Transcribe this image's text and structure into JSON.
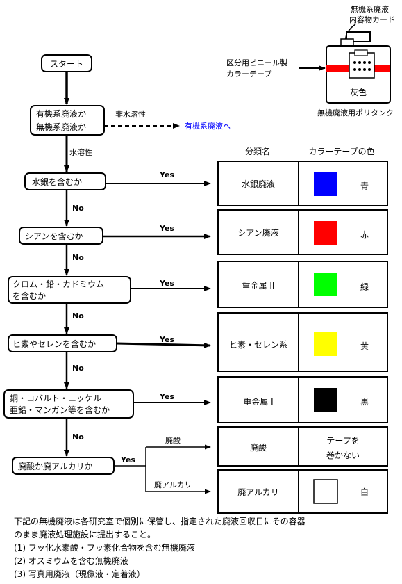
{
  "flow": {
    "start": "スタート",
    "q1": [
      "有機系廃液か",
      "無機系廃液か"
    ],
    "organic_branch": "非水溶性",
    "organic_target": "有機系廃液へ",
    "water_soluble": "水溶性",
    "q_mercury": "水銀を含むか",
    "q_cyanide": "シアンを含むか",
    "q_heavy2": [
      "クロム・鉛・カドミウム",
      "を含むか"
    ],
    "q_arsenic": "ヒ素やセレンを含むか",
    "q_heavy1": [
      "銅・コバルト・ニッケル",
      "亜鉛・マンガン等を含むか"
    ],
    "q_acid_alkali": "廃酸か廃アルカリか",
    "yes": "Yes",
    "no": "No",
    "acid_label": "廃酸",
    "alkali_label": "廃アルカリ"
  },
  "table": {
    "header_category": "分類名",
    "header_color": "カラーテープの色",
    "rows": [
      {
        "category": "水銀廃液",
        "color_name": "青",
        "swatch": "#0000ff"
      },
      {
        "category": "シアン廃液",
        "color_name": "赤",
        "swatch": "#ff0000"
      },
      {
        "category": "重金属 II",
        "color_name": "緑",
        "swatch": "#00ff00"
      },
      {
        "category": "ヒ素・セレン系",
        "color_name": "黄",
        "swatch": "#ffff00"
      },
      {
        "category": "重金属 I",
        "color_name": "黒",
        "swatch": "#000000"
      },
      {
        "category": "廃酸",
        "color_lines": [
          "テープを",
          "巻かない"
        ]
      },
      {
        "category": "廃アルカリ",
        "color_name": "白",
        "swatch": "#ffffff"
      }
    ]
  },
  "tank": {
    "card_label": [
      "無機系廃液",
      "内容物カード"
    ],
    "tape_label": [
      "区分用ビニール製",
      "カラーテープ"
    ],
    "body_label": "灰色",
    "caption": "無機廃液用ポリタンク",
    "tape_color": "#ff0000"
  },
  "notes": [
    "下記の無機廃液は各研究室で個別に保管し、指定された廃液回収日にその容器",
    "のまま廃液処理施設に提出すること。",
    "(1) フッ化水素酸・フッ素化合物を含む無機廃液",
    "(2) オスミウムを含む無機廃液",
    "(3) 写真用廃液（現像液・定着液）"
  ],
  "colors": {
    "link": "#0000ff"
  }
}
